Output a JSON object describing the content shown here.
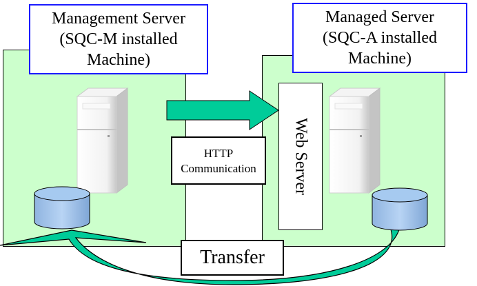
{
  "diagram": {
    "management_server": {
      "title_line1": "Management Server",
      "title_line2": "(SQC-M installed",
      "title_line3": "Machine)"
    },
    "managed_server": {
      "title_line1": "Managed Server",
      "title_line2": "(SQC-A installed",
      "title_line3": "Machine)"
    },
    "http_box": {
      "line1": "HTTP",
      "line2": "Communication"
    },
    "web_server_label": "Web Server",
    "transfer_label": "Transfer",
    "colors": {
      "panel_fill": "#ccffcc",
      "label_border": "#1a1aff",
      "arrow_fill": "#00cc99",
      "database_fill": "#a6caf0"
    },
    "icons": [
      "server-tower-icon",
      "database-cylinder-icon"
    ]
  }
}
